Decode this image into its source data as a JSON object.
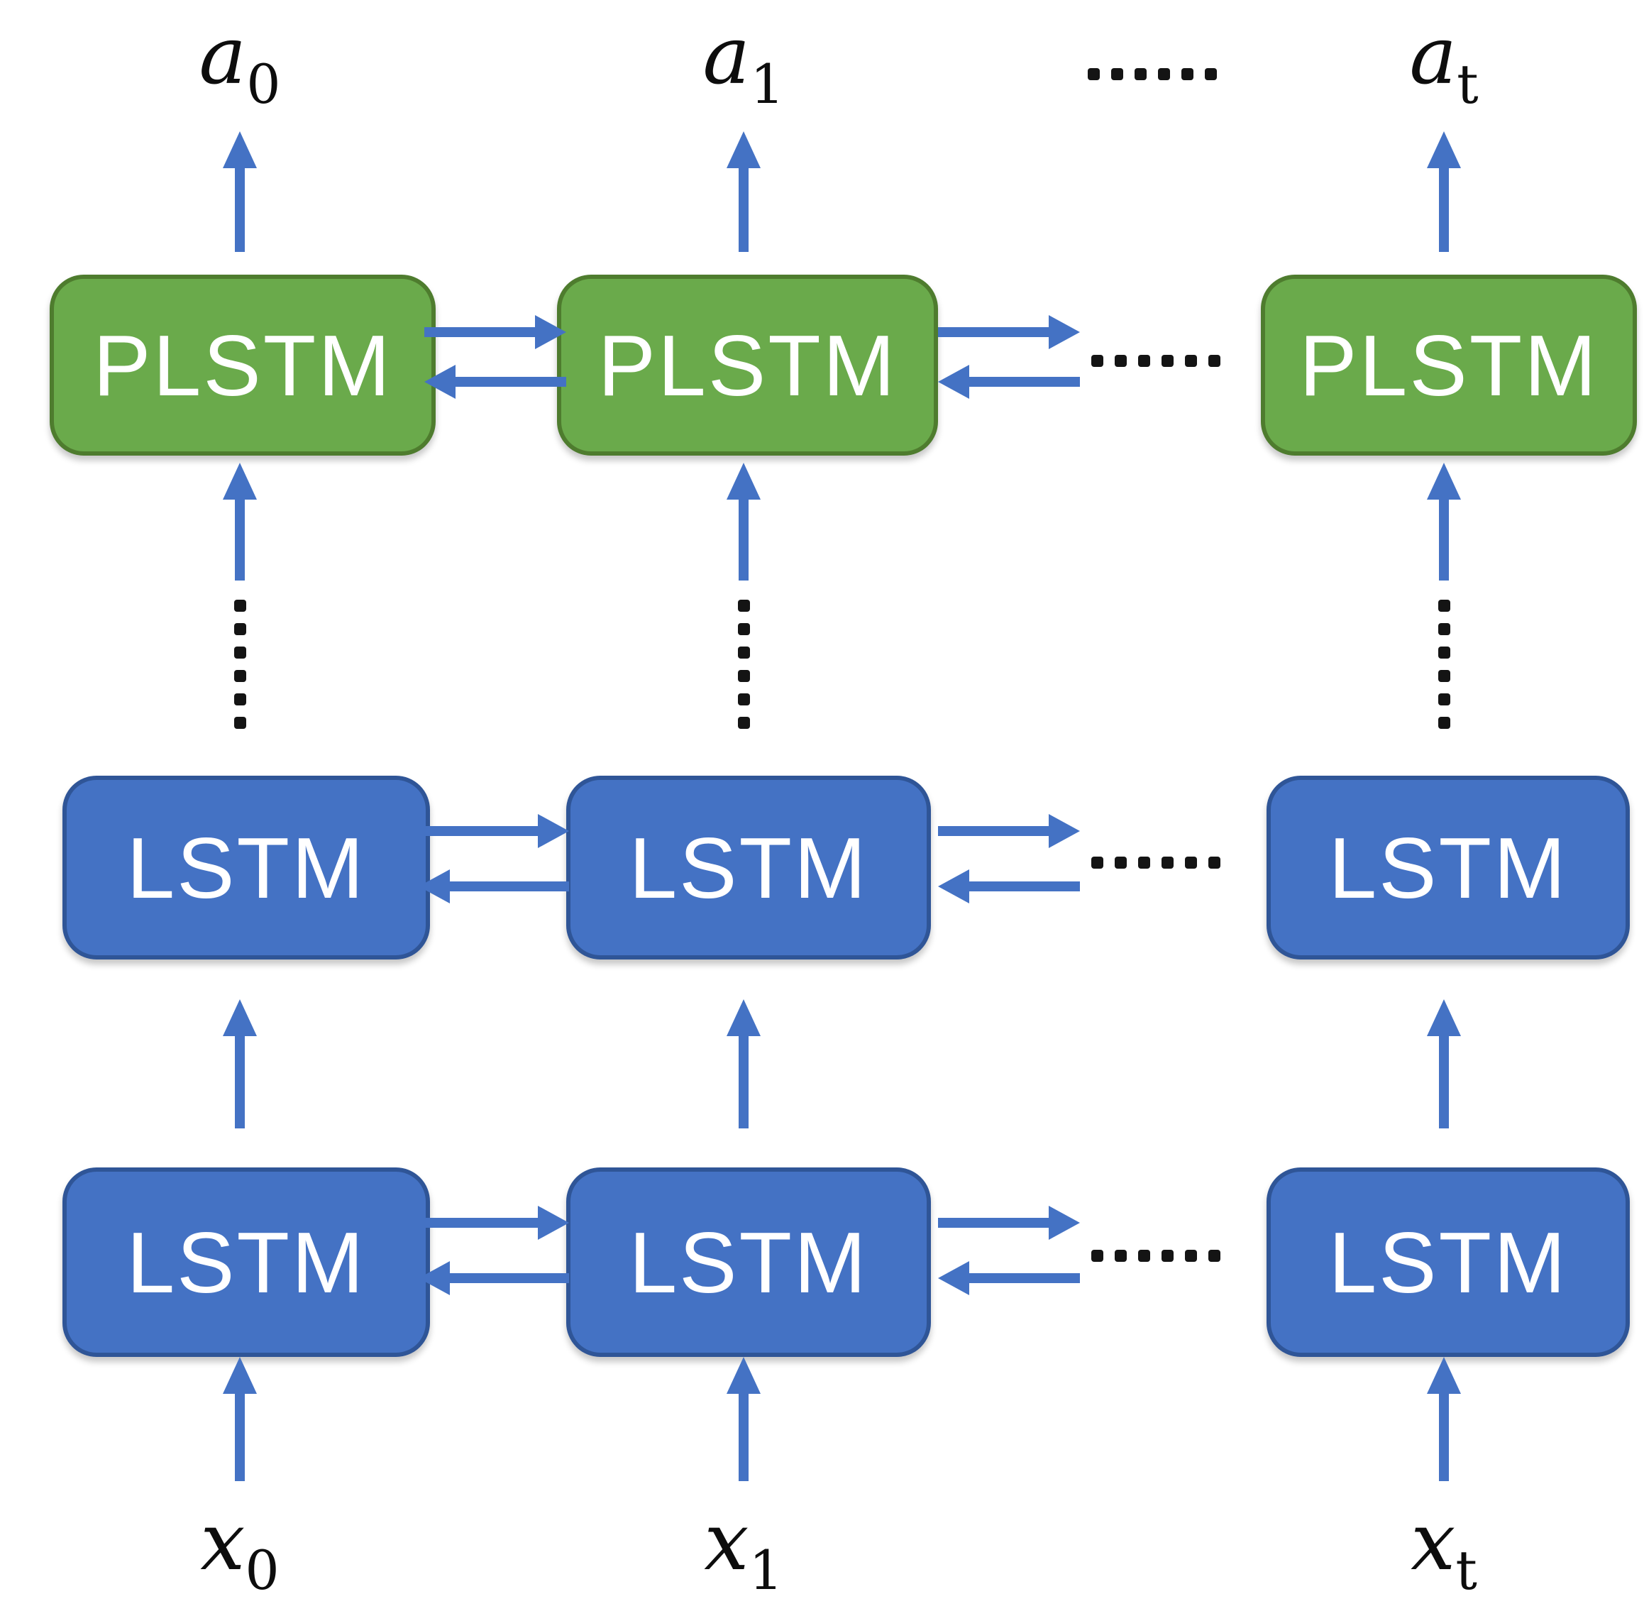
{
  "colors": {
    "plstm-fill": "#6aaa4b",
    "plstm-border": "#4e7c2e",
    "lstm-fill": "#4472c4",
    "lstm-border": "#2f5597",
    "arrow": "#4472c4",
    "dots": "#141414",
    "label": "#0d0d0d",
    "background": "#ffffff"
  },
  "columns": [
    {
      "output_base": "a",
      "output_sub": "0",
      "input_base": "x",
      "input_sub": "0",
      "top_label": "PLSTM",
      "middle_label": "LSTM",
      "bottom_label": "LSTM"
    },
    {
      "output_base": "a",
      "output_sub": "1",
      "input_base": "x",
      "input_sub": "1",
      "top_label": "PLSTM",
      "middle_label": "LSTM",
      "bottom_label": "LSTM"
    },
    {
      "output_base": "a",
      "output_sub": "t",
      "input_base": "x",
      "input_sub": "t",
      "top_label": "PLSTM",
      "middle_label": "LSTM",
      "bottom_label": "LSTM"
    }
  ],
  "ellipsis": {
    "top_labels": "......",
    "between_columns": "......",
    "between_layers": "......"
  }
}
